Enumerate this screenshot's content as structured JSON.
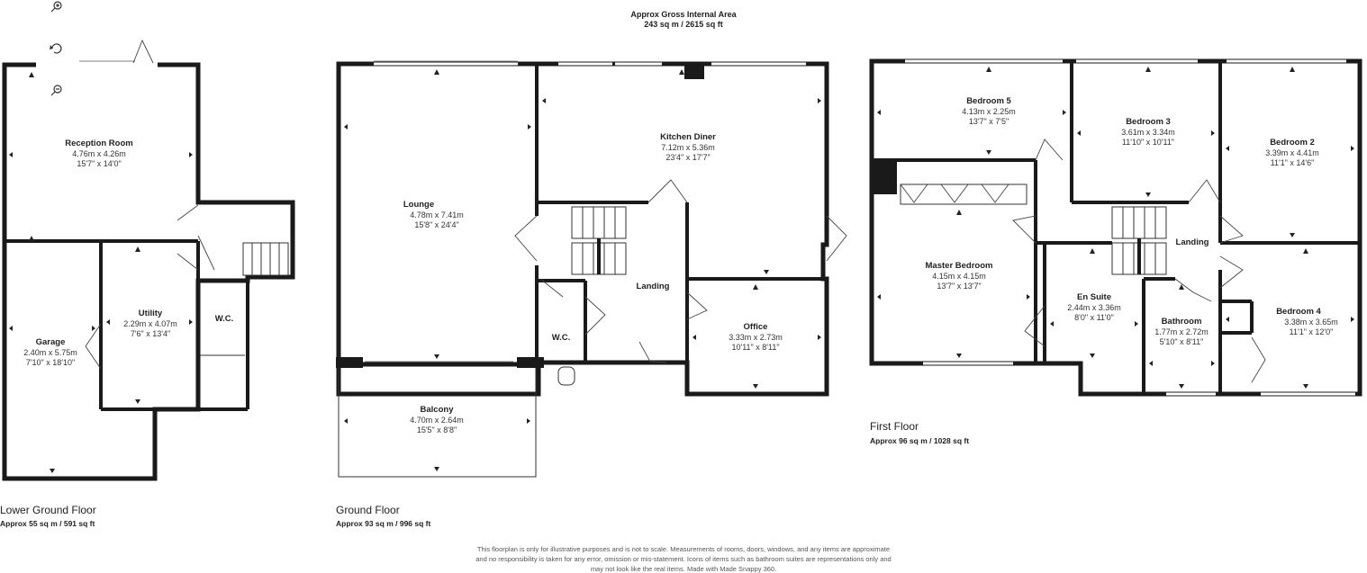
{
  "header": {
    "title": "Approx Gross Internal Area",
    "area": "243 sq m / 2615 sq ft"
  },
  "floors": {
    "lower": {
      "name": "Lower Ground Floor",
      "area": "Approx 55 sq m / 591 sq ft"
    },
    "ground": {
      "name": "Ground Floor",
      "area": "Approx 93 sq m / 996 sq ft"
    },
    "first": {
      "name": "First Floor",
      "area": "Approx 96 sq m / 1028 sq ft"
    }
  },
  "rooms": {
    "reception": {
      "name": "Reception Room",
      "metric": "4.76m x 4.26m",
      "imperial": "15'7\" x 14'0\""
    },
    "garage": {
      "name": "Garage",
      "metric": "2.40m x 5.75m",
      "imperial": "7'10\" x 18'10\""
    },
    "utility": {
      "name": "Utility",
      "metric": "2.29m x 4.07m",
      "imperial": "7'6\" x 13'4\""
    },
    "wc_lower": {
      "name": "W.C."
    },
    "lounge": {
      "name": "Lounge",
      "metric": "4.78m x 7.41m",
      "imperial": "15'8\" x 24'4\""
    },
    "kitchen": {
      "name": "Kitchen Diner",
      "metric": "7.12m x 5.36m",
      "imperial": "23'4\" x 17'7\""
    },
    "landing_ground": {
      "name": "Landing"
    },
    "wc_ground": {
      "name": "W.C."
    },
    "office": {
      "name": "Office",
      "metric": "3.33m x 2.73m",
      "imperial": "10'11\" x 8'11\""
    },
    "balcony": {
      "name": "Balcony",
      "metric": "4.70m x 2.64m",
      "imperial": "15'5\" x 8'8\""
    },
    "bedroom5": {
      "name": "Bedroom 5",
      "metric": "4.13m x 2.25m",
      "imperial": "13'7\" x 7'5\""
    },
    "bedroom3": {
      "name": "Bedroom 3",
      "metric": "3.61m x 3.34m",
      "imperial": "11'10\" x 10'11\""
    },
    "bedroom2": {
      "name": "Bedroom 2",
      "metric": "3.39m x 4.41m",
      "imperial": "11'1\" x 14'6\""
    },
    "landing_first": {
      "name": "Landing"
    },
    "master": {
      "name": "Master Bedroom",
      "metric": "4.15m x 4.15m",
      "imperial": "13'7\" x 13'7\""
    },
    "ensuite": {
      "name": "En Suite",
      "metric": "2.44m x 3.36m",
      "imperial": "8'0\" x 11'0\""
    },
    "bathroom": {
      "name": "Bathroom",
      "metric": "1.77m x 2.72m",
      "imperial": "5'10\" x 8'11\""
    },
    "bedroom4": {
      "name": "Bedroom 4",
      "metric": "3.38m x 3.65m",
      "imperial": "11'1\" x 12'0\""
    }
  },
  "controls": {
    "zoom_in_icon": "zoom-in-icon",
    "rotate_icon": "rotate-icon",
    "zoom_out_icon": "zoom-out-icon"
  },
  "disclaimer": {
    "line1": "This floorplan is only for illustrative purposes and is not to scale. Measurements of rooms, doors, windows, and any items are approximate",
    "line2": "and no responsibility is taken for any error, omission or mis-statement. Icons of items such as bathroom suites are representations only and",
    "line3": "may not look like the real items. Made with Made Snappy 360."
  }
}
